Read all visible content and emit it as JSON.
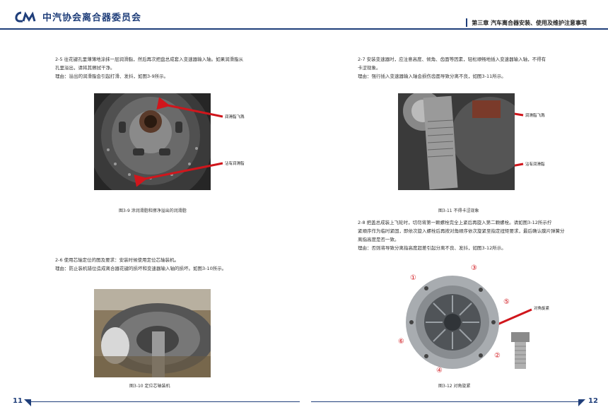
{
  "header": {
    "logo_mark": "CM",
    "logo_text": "中汽协会离合器委员会",
    "chapter": "第三章  汽车离合器安装、使用及维护注意事项"
  },
  "left": {
    "p25_line1": "2-5  往花键孔里薄薄地涂抹一层润滑脂，然后再次把盘总成套入变速器输入轴。如果润滑脂从",
    "p25_line2": "孔里溢出，请将其擦拭干净。",
    "p25_reason": "理由：溢出的润滑脂会引起打滑、发抖，如图3-9所示。",
    "fig39_label1": "润滑脂飞溅",
    "fig39_label2": "沾有润滑脂",
    "fig39_caption": "图3-9 涂润滑脂和擦净溢出的润滑脂",
    "p26_line1": "2-6 使用芯轴定位的图及要求：安装时候使用定位芯轴装机。",
    "p26_reason": "理由：防止装机错位造成离合器花键的损坏和变速器输入轴的损坏。如图3-10所示。",
    "fig310_caption": "图3-10 定位芯轴装机",
    "page": "11"
  },
  "right": {
    "p27_line1": "2-7  安装变速器时，应注意高度、倾角、齿面等因素，轻松顺畅地插入变速器输入轴，不得有",
    "p27_line2": "卡涩现象。",
    "p27_reason": "理由：强行插入变速器输入轴会损伤齿面导致分离不良，如图3-11所示。",
    "fig311_label1": "润滑脂飞溅",
    "fig311_label2": "沾有润滑脂",
    "fig311_caption": "图3-11 不得卡涩现象",
    "p28_line1": "2-8  把盖总成装上飞轮时，切勿将第一颗螺栓完全上紧后再旋入第二颗螺栓。请如图3-12所示拧",
    "p28_line2": "紧顺序作为临时紧固，即依次旋入螺栓后再按对角顺序依次旋紧至指定扭矩要求，最后确认膜片弹簧分",
    "p28_line3": "离指高度是否一致。",
    "p28_reason": "理由：否则将导致分离指高度超差引起分离不良、发抖，如图3-12所示。",
    "fig312_callout": "对角旋紧",
    "fig312_numbers": [
      "①",
      "③",
      "⑤",
      "⑥",
      "②",
      "④"
    ],
    "fig312_caption": "图3-12 对角旋紧",
    "page": "12"
  },
  "colors": {
    "brand": "#1f3e7a",
    "arrow": "#d0161c"
  }
}
